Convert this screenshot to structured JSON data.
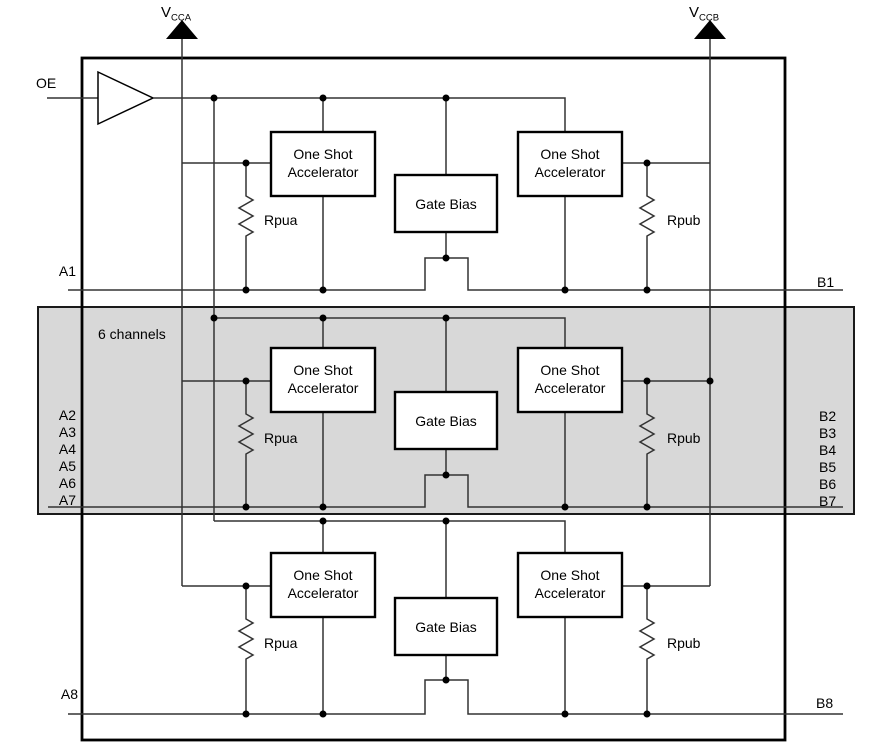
{
  "diagram": {
    "power": {
      "vcca_main": "V",
      "vcca_sub": "CCA",
      "vccb_main": "V",
      "vccb_sub": "CCB"
    },
    "pins": {
      "oe": "OE",
      "a1": "A1",
      "b1": "B1",
      "a8": "A8",
      "b8": "B8",
      "a_bus": [
        "A2",
        "A3",
        "A4",
        "A5",
        "A6",
        "A7"
      ],
      "b_bus": [
        "B2",
        "B3",
        "B4",
        "B5",
        "B6",
        "B7"
      ]
    },
    "note_6_channels": "6 channels",
    "labels": {
      "one_shot_line1": "One Shot",
      "one_shot_line2": "Accelerator",
      "gate_bias": "Gate Bias",
      "rpua": "Rpua",
      "rpub": "Rpub"
    },
    "colors": {
      "shade": "#d8d8d8",
      "wire": "#333333",
      "border": "#000000"
    }
  }
}
